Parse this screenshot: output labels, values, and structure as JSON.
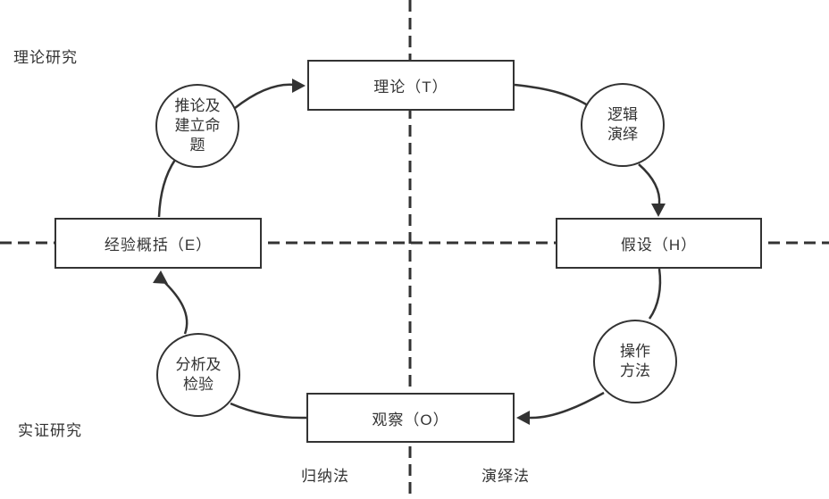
{
  "diagram": {
    "title": "wallace-wheel-of-science-research-cycle",
    "colors": {
      "stroke": "#333333",
      "text": "#333333",
      "background": "#ffffff"
    },
    "boxes": {
      "theory": {
        "label": "理论（T）"
      },
      "hypothesis": {
        "label": "假设（H）"
      },
      "observation": {
        "label": "观察（O）"
      },
      "empirical": {
        "label": "经验概括（E）"
      }
    },
    "circles": {
      "inference": {
        "label": "推论及建立命题"
      },
      "deduction": {
        "label": "逻辑演绎"
      },
      "operation": {
        "label": "操作方法"
      },
      "analysis": {
        "label": "分析及检验"
      }
    },
    "region_labels": {
      "theoretical": "理论研究",
      "empirical": "实证研究",
      "induction": "归纳法",
      "deduction": "演绎法"
    },
    "flow": [
      "经验概括（E） → 推论及建立命题 → 理论（T）",
      "理论（T） → 逻辑演绎 → 假设（H）",
      "假设（H） → 操作方法 → 观察（O）",
      "观察（O） → 分析及检验 → 经验概括（E）"
    ]
  }
}
